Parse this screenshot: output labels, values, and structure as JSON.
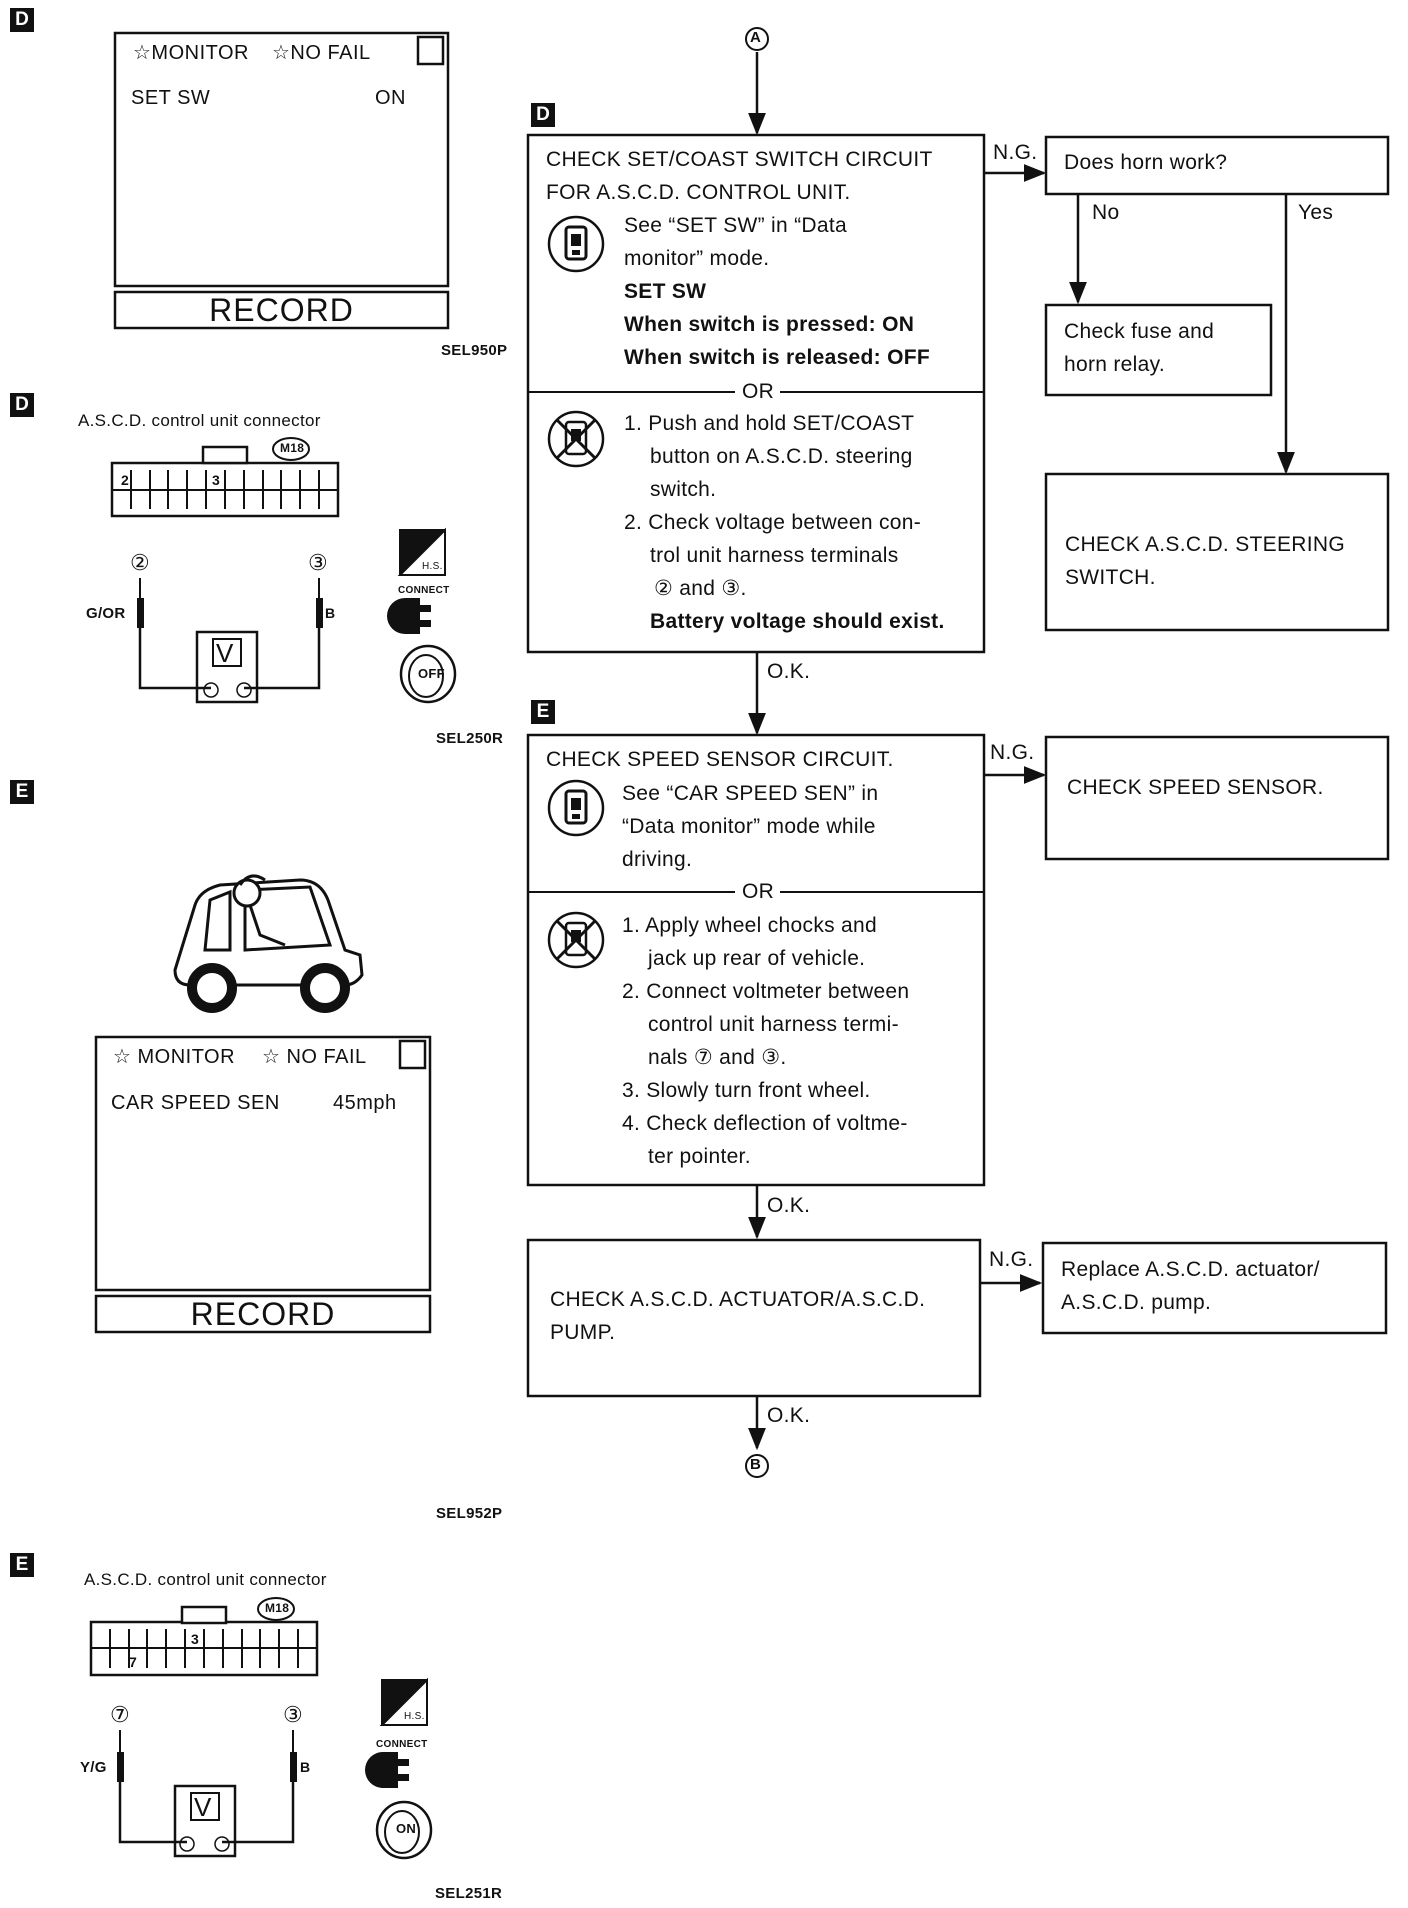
{
  "section_badges": {
    "d1": "D",
    "d2": "D",
    "e1": "E",
    "e2": "E",
    "fd": "D",
    "fe": "E"
  },
  "screen1": {
    "monitor": "☆MONITOR",
    "no_fail": "☆NO FAIL",
    "item": "SET SW",
    "value": "ON",
    "record": "RECORD",
    "code": "SEL950P"
  },
  "connector1": {
    "title": "A.S.C.D. control unit connector",
    "connector_id": "M18",
    "pin_a": "2",
    "pin_b": "3",
    "probe_a_num": "②",
    "probe_b_num": "③",
    "wire_a": "G/OR",
    "wire_b": "B",
    "meter": "V",
    "hs": "H.S.",
    "connect": "CONNECT",
    "key": "OFF",
    "code": "SEL250R"
  },
  "screen2": {
    "monitor": "☆ MONITOR",
    "no_fail": "☆ NO FAIL",
    "item": "CAR SPEED SEN",
    "value": "45mph",
    "record": "RECORD"
  },
  "connector2": {
    "title": "A.S.C.D. control unit connector",
    "connector_id": "M18",
    "pin_a": "7",
    "pin_b": "3",
    "probe_a_num": "⑦",
    "probe_b_num": "③",
    "wire_a": "Y/G",
    "wire_b": "B",
    "meter": "V",
    "hs": "H.S.",
    "connect": "CONNECT",
    "key": "ON",
    "code": "SEL251R"
  },
  "flow": {
    "start": "A",
    "end": "B",
    "code": "SEL952P",
    "box1": {
      "title1": "CHECK SET/COAST SWITCH CIRCUIT",
      "title2": "FOR A.S.C.D. CONTROL UNIT.",
      "cs1": "See “SET SW” in “Data",
      "cs2": "monitor” mode.",
      "cs3": "SET SW",
      "cs4": "When switch is pressed: ON",
      "cs5": "When switch is released: OFF",
      "or": "OR",
      "s1": "1. Push and hold SET/COAST",
      "s2": "button on A.S.C.D. steering",
      "s3": "switch.",
      "s4": "2. Check voltage between con-",
      "s5": "trol unit harness terminals",
      "s6": "② and ③.",
      "s7": "Battery voltage should exist."
    },
    "horn": {
      "q": "Does horn work?",
      "no": "No",
      "yes": "Yes",
      "fuse1": "Check fuse and",
      "fuse2": "horn relay.",
      "sw1": "CHECK A.S.C.D. STEERING",
      "sw2": "SWITCH."
    },
    "box2": {
      "t1": "CHECK SPEED SENSOR CIRCUIT.",
      "cs1": "See “CAR SPEED SEN” in",
      "cs2": "“Data monitor” mode while",
      "cs3": "driving.",
      "or": "OR",
      "s1": "1. Apply wheel chocks and",
      "s2": "jack up rear of vehicle.",
      "s3": "2. Connect voltmeter between",
      "s4": "control unit harness termi-",
      "s5": "nals ⑦ and ③.",
      "s6": "3. Slowly turn front wheel.",
      "s7": "4. Check deflection of voltme-",
      "s8": "ter pointer."
    },
    "sensor": "CHECK SPEED SENSOR.",
    "box3": {
      "l1": "CHECK A.S.C.D. ACTUATOR/A.S.C.D.",
      "l2": "PUMP."
    },
    "replace": {
      "l1": "Replace A.S.C.D. actuator/",
      "l2": "A.S.C.D. pump."
    },
    "ng": "N.G.",
    "ok": "O.K."
  }
}
